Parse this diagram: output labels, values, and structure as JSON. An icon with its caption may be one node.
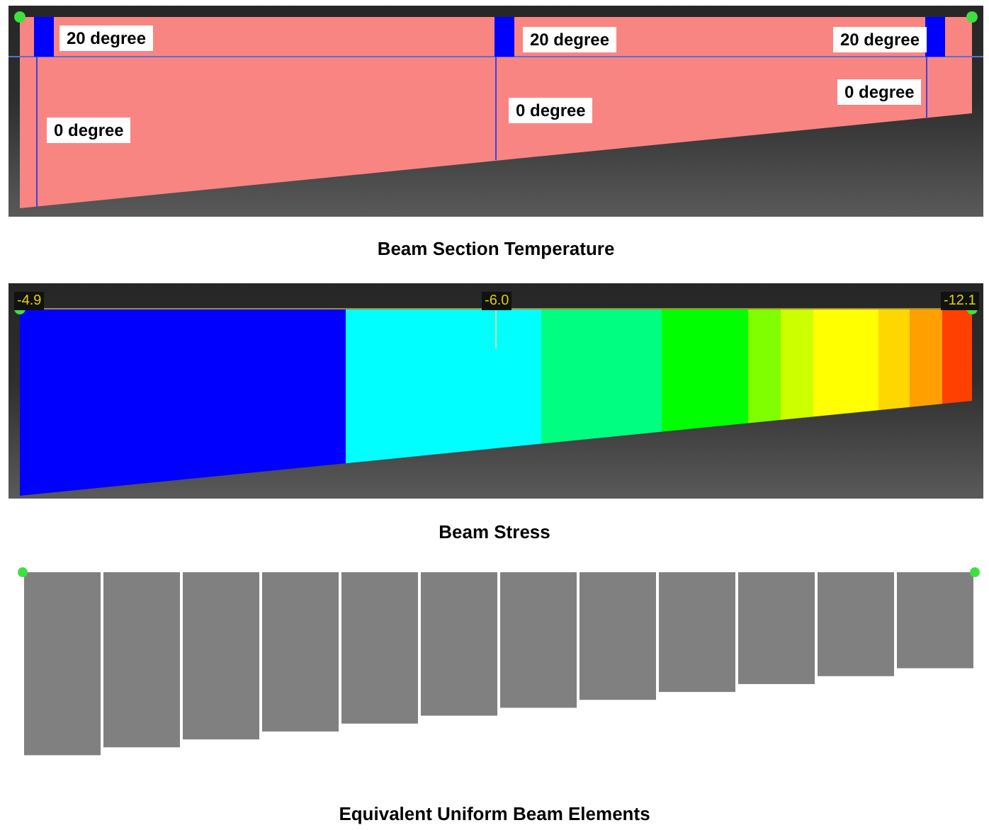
{
  "diagram": {
    "labels": [
      "20 degree",
      "20 degree",
      "20 degree",
      "0 degree",
      "0 degree",
      "0 degree",
      "Beam Section Temperature",
      "-4.9",
      "-6.0",
      "-12.1",
      "Beam Stress",
      "Equivalent Uniform Beam Elements"
    ]
  }
}
